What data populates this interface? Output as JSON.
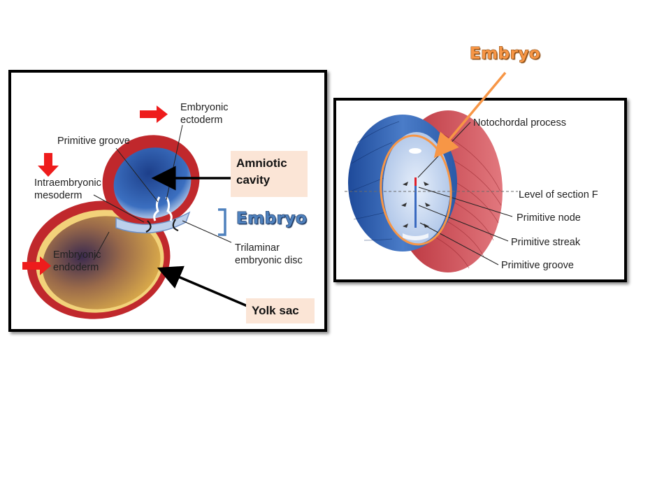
{
  "left_figure": {
    "labels": {
      "embryonic_ectoderm": [
        "Embryonic",
        "ectoderm"
      ],
      "primitive_groove": "Primitive groove",
      "intraembryonic_mesoderm": [
        "Intraembryonic",
        "mesoderm"
      ],
      "embryonic_endoderm": [
        "Embryonic",
        "endoderm"
      ],
      "trilaminar_disc": [
        "Trilaminar",
        "embryonic disc"
      ]
    },
    "callouts": {
      "amniotic": [
        "Amniotic",
        "cavity"
      ],
      "yolk_sac": "Yolk sac",
      "embryo": "Embryo"
    }
  },
  "right_figure": {
    "labels": {
      "notochordal_process": "Notochordal process",
      "level_of_section": "Level of section F",
      "primitive_node": "Primitive node",
      "primitive_streak": "Primitive streak",
      "primitive_groove": "Primitive groove"
    },
    "callout_embryo": "Embryo"
  },
  "colors": {
    "highlight_arrow": "#ee1c1c",
    "callout_fill": "#fbe5d6",
    "embryo_blue": "#4f81bd",
    "embryo_orange": "#f79646",
    "amnion_red": "#c0282c",
    "amniotic_blue": "#2a5ea8",
    "yolk_gold": "#d9a441"
  }
}
